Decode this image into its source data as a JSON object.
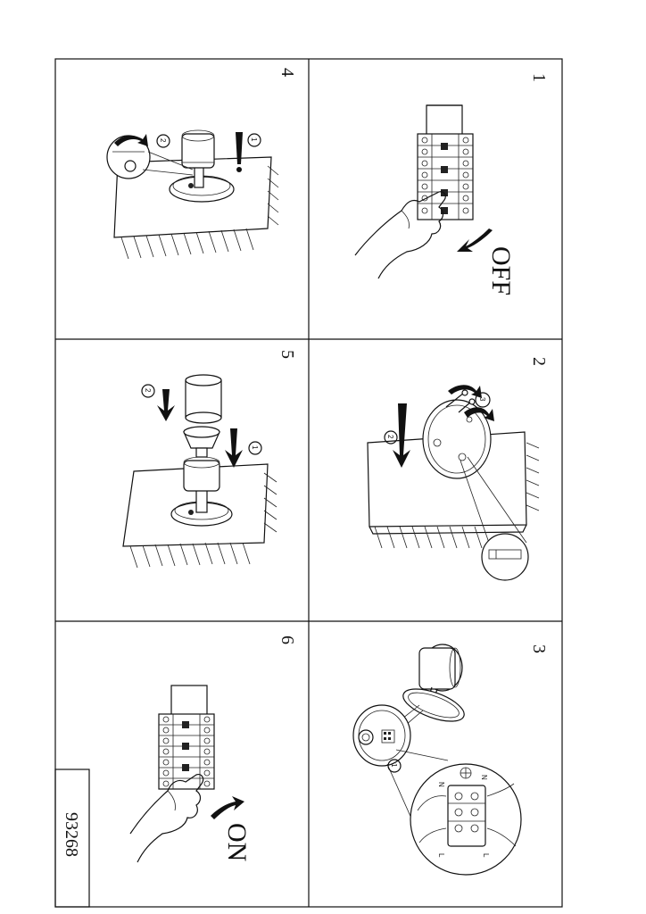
{
  "manual": {
    "panels": [
      {
        "number": "1",
        "label": "OFF"
      },
      {
        "number": "2",
        "label": ""
      },
      {
        "number": "3",
        "label": ""
      },
      {
        "number": "4",
        "label": ""
      },
      {
        "number": "5",
        "label": ""
      },
      {
        "number": "6",
        "label": "ON"
      }
    ],
    "product_code": "93268",
    "step_markers": {
      "one": "1",
      "two": "2",
      "three": "3"
    },
    "terminal_labels": {
      "neutral": "N",
      "live": "L"
    }
  }
}
